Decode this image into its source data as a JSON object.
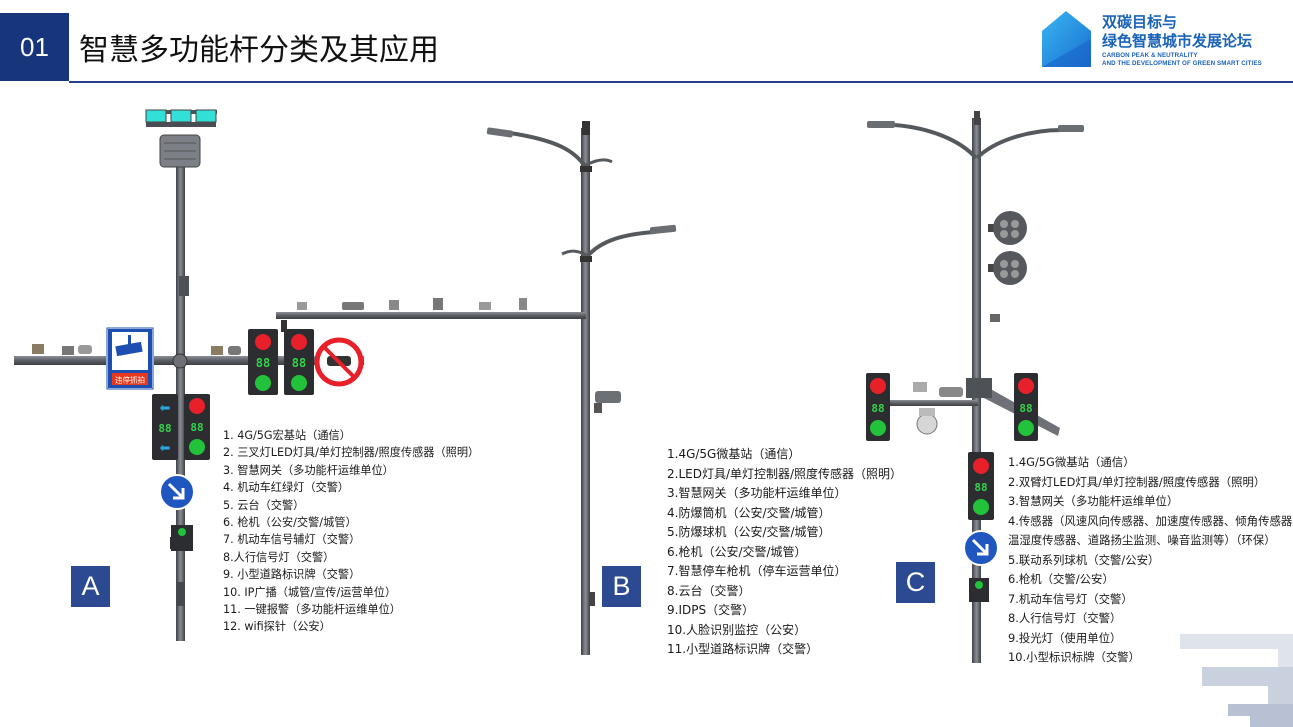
{
  "header": {
    "number": "01",
    "title": "智慧多功能杆分类及其应用"
  },
  "logo": {
    "cn_line1": "双碳目标与",
    "cn_line2": "绿色智慧城市发展论坛",
    "en_line1": "CARBON PEAK & NEUTRALITY",
    "en_line2": "AND THE DEVELOPMENT OF GREEN SMART CITIES"
  },
  "colors": {
    "brand_blue": "#16357b",
    "section_box": "#2c4a92",
    "signal_red": "#e8202a",
    "signal_green": "#22c33a",
    "signal_digit": "#34d24a",
    "pole_gray": "#5e6268"
  },
  "sections": [
    {
      "letter": "A",
      "items": [
        "1. 4G/5G宏基站（通信）",
        "2. 三叉灯LED灯具/单灯控制器/照度传感器（照明）",
        "3. 智慧网关（多功能杆运维单位）",
        "4. 机动车红绿灯（交警）",
        "5. 云台（交警）",
        "6. 枪机（公安/交警/城管）",
        "7. 机动车信号辅灯（交警）",
        "8.人行信号灯（交警）",
        "9. 小型道路标识牌（交警）",
        "10. IP广播（城管/宣传/运营单位）",
        "11. 一键报警（多功能杆运维单位）",
        "12. wifi探针（公安）"
      ]
    },
    {
      "letter": "B",
      "items": [
        "1.4G/5G微基站（通信）",
        "2.LED灯具/单灯控制器/照度传感器（照明）",
        "3.智慧网关（多功能杆运维单位）",
        "4.防爆筒机（公安/交警/城管）",
        "5.防爆球机（公安/交警/城管）",
        "6.枪机（公安/交警/城管）",
        "7.智慧停车枪机（停车运营单位）",
        "8.云台（交警）",
        "9.IDPS（交警）",
        "10.人脸识别监控（公安）",
        "11.小型道路标识牌（交警）"
      ]
    },
    {
      "letter": "C",
      "items": [
        "1.4G/5G微基站（通信）",
        "2.双臂灯LED灯具/单灯控制器/照度传感器（照明）",
        "3.智慧网关（多功能杆运维单位）",
        "4.传感器（风速风向传感器、加速度传感器、倾角传感器、",
        "温湿度传感器、道路扬尘监测、噪音监测等）（环保）",
        "5.联动系列球机（交警/公安）",
        "6.枪机（交警/公安）",
        "7.机动车信号灯（交警）",
        "8.人行信号灯（交警）",
        "9.投光灯（使用单位）",
        "10.小型标识标牌（交警）"
      ]
    }
  ],
  "illustration": {
    "signal_digits": "88",
    "camera_sign_text": "违停抓拍"
  }
}
